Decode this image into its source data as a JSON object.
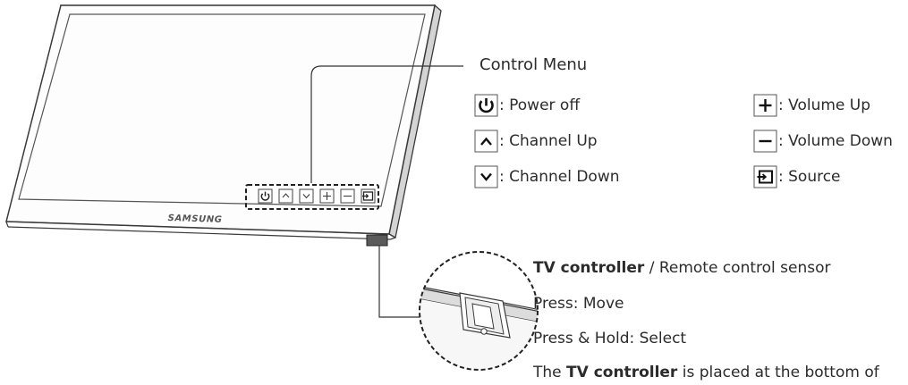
{
  "tv": {
    "brand": "SAMSUNG",
    "panel_buttons": [
      "power-icon",
      "chevron-up-icon",
      "chevron-down-icon",
      "plus-icon",
      "minus-icon",
      "source-icon"
    ]
  },
  "control_menu": {
    "title": "Control Menu",
    "items": [
      {
        "icon": "power-icon",
        "label": ": Power off"
      },
      {
        "icon": "chevron-up-icon",
        "label": ": Channel Up"
      },
      {
        "icon": "chevron-down-icon",
        "label": ": Channel Down"
      },
      {
        "icon": "plus-icon",
        "label": ": Volume Up"
      },
      {
        "icon": "minus-icon",
        "label": ": Volume Down"
      },
      {
        "icon": "source-icon",
        "label": ": Source"
      }
    ]
  },
  "tv_controller": {
    "title_bold": "TV controller",
    "title_rest": " / Remote control sensor",
    "press": "Press: Move",
    "press_hold": "Press & Hold: Select",
    "note_prefix": "The ",
    "note_bold": "TV controller",
    "note_rest": " is placed at the bottom of"
  }
}
